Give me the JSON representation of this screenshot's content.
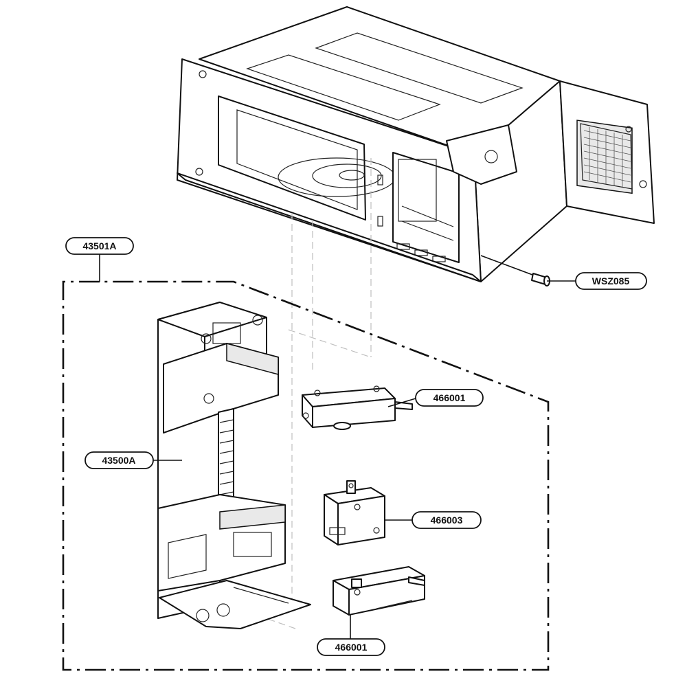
{
  "callouts": {
    "interlock_assembly": "43501A",
    "latch_board": "43500A",
    "screw": "WSZ085",
    "switch_upper": "466001",
    "switch_middle": "466003",
    "switch_lower": "466001"
  }
}
